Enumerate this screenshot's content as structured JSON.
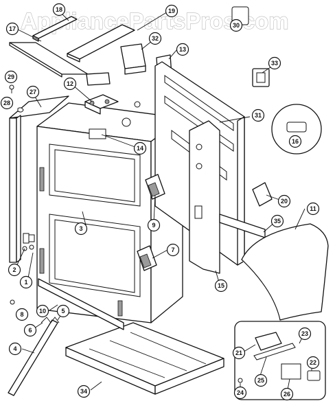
{
  "watermark": {
    "text": "AppliancePartsPros.com"
  },
  "callouts": [
    {
      "id": "c1",
      "label": "1"
    },
    {
      "id": "c2",
      "label": "2"
    },
    {
      "id": "c3",
      "label": "3"
    },
    {
      "id": "c4",
      "label": "4"
    },
    {
      "id": "c5",
      "label": "5"
    },
    {
      "id": "c6",
      "label": "6"
    },
    {
      "id": "c7",
      "label": "7"
    },
    {
      "id": "c8",
      "label": "8"
    },
    {
      "id": "c9",
      "label": "9"
    },
    {
      "id": "c10",
      "label": "10"
    },
    {
      "id": "c11",
      "label": "11"
    },
    {
      "id": "c12",
      "label": "12"
    },
    {
      "id": "c13",
      "label": "13"
    },
    {
      "id": "c14",
      "label": "14"
    },
    {
      "id": "c15",
      "label": "15"
    },
    {
      "id": "c16",
      "label": "16"
    },
    {
      "id": "c17",
      "label": "17"
    },
    {
      "id": "c18",
      "label": "18"
    },
    {
      "id": "c19",
      "label": "19"
    },
    {
      "id": "c20",
      "label": "20"
    },
    {
      "id": "c21",
      "label": "21"
    },
    {
      "id": "c22",
      "label": "22"
    },
    {
      "id": "c23",
      "label": "23"
    },
    {
      "id": "c24",
      "label": "24"
    },
    {
      "id": "c25",
      "label": "25"
    },
    {
      "id": "c26",
      "label": "26"
    },
    {
      "id": "c27",
      "label": "27"
    },
    {
      "id": "c28",
      "label": "28"
    },
    {
      "id": "c29",
      "label": "29"
    },
    {
      "id": "c30",
      "label": "30"
    },
    {
      "id": "c31",
      "label": "31"
    },
    {
      "id": "c32",
      "label": "32"
    },
    {
      "id": "c33",
      "label": "33"
    },
    {
      "id": "c34",
      "label": "34"
    },
    {
      "id": "c35",
      "label": "35"
    }
  ]
}
